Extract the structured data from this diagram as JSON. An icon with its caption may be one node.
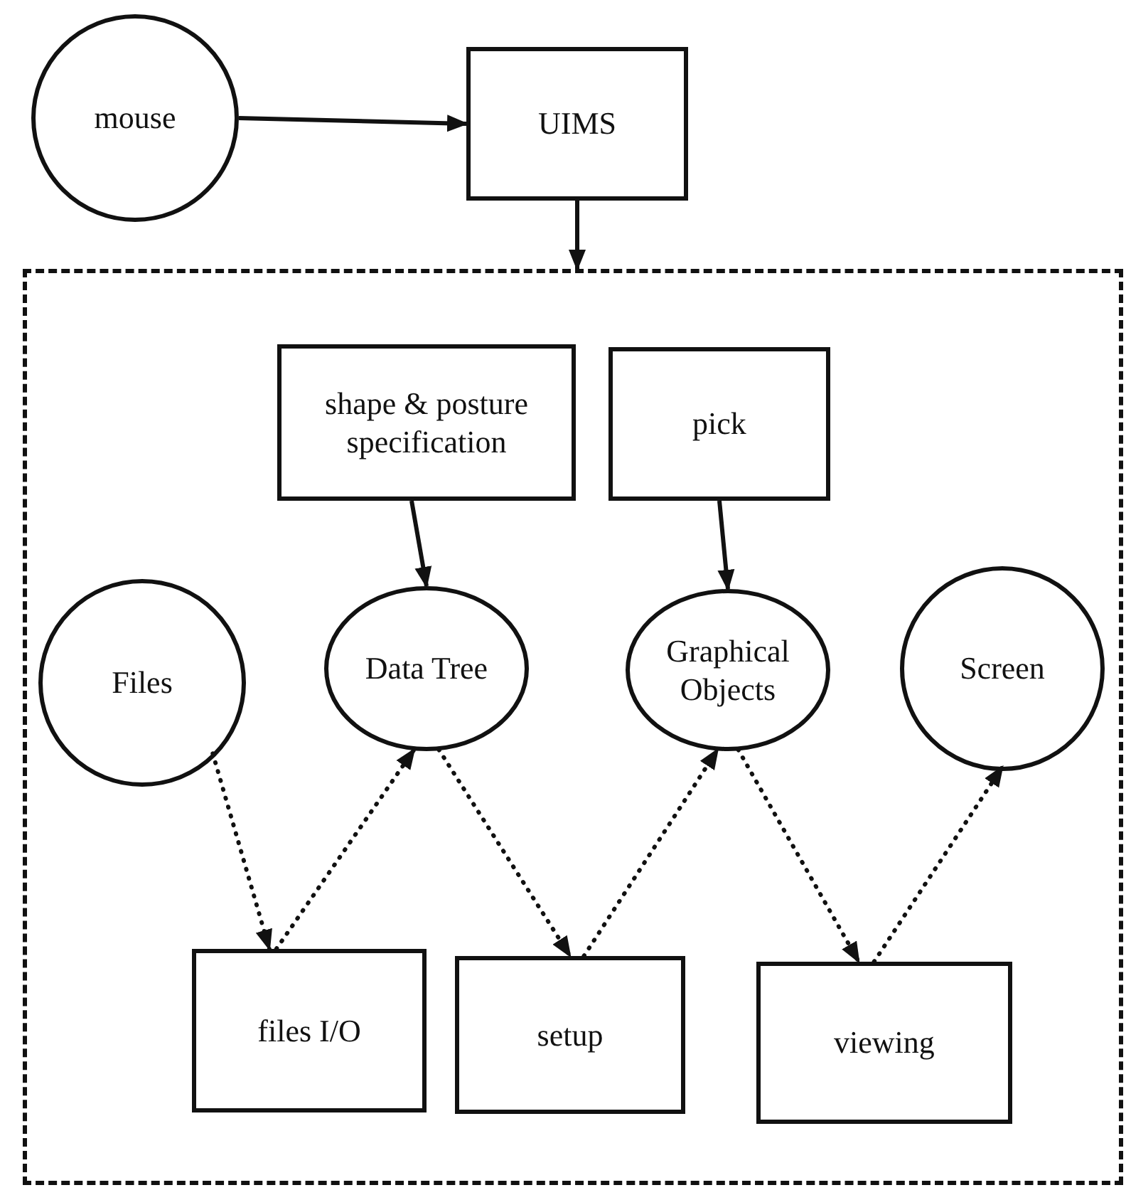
{
  "diagram": {
    "nodes": [
      {
        "text": [
          "mouse"
        ]
      },
      {
        "text": [
          "UIMS"
        ]
      },
      {
        "text": [],
        "shape": "box"
      },
      {
        "text": [
          "shape & posture specification"
        ],
        "in": 2
      },
      {
        "text": [
          "pick"
        ],
        "in": 2
      },
      {
        "text": [
          "Files"
        ],
        "in": 2
      },
      {
        "text": [
          "Data Tree"
        ],
        "in": 2
      },
      {
        "text": [
          "Graphical Objects"
        ],
        "in": 2
      },
      {
        "text": [
          "Screen"
        ],
        "in": 2
      },
      {
        "text": [
          "files I/O"
        ],
        "in": 2
      },
      {
        "text": [
          "setup"
        ],
        "in": 2
      },
      {
        "text": [
          "viewing"
        ],
        "in": 2
      }
    ],
    "edges": [
      {
        "from": 0,
        "to": 1,
        "arrow": "to"
      },
      {
        "from": 1,
        "to": 2,
        "arrow": "to"
      },
      {
        "from": 3,
        "to": 6,
        "arrow": "to"
      },
      {
        "from": 4,
        "to": 7,
        "arrow": "to"
      },
      {
        "from": 5,
        "to": 9,
        "arrow": "to",
        "style": "dashed"
      },
      {
        "from": 9,
        "to": 6,
        "arrow": "to",
        "style": "dashed"
      },
      {
        "from": 6,
        "to": 10,
        "arrow": "to",
        "style": "dashed"
      },
      {
        "from": 10,
        "to": 7,
        "arrow": "to",
        "style": "dashed"
      },
      {
        "from": 7,
        "to": 11,
        "arrow": "to",
        "style": "dashed"
      },
      {
        "from": 11,
        "to": 8,
        "arrow": "to",
        "style": "dashed"
      }
    ]
  }
}
